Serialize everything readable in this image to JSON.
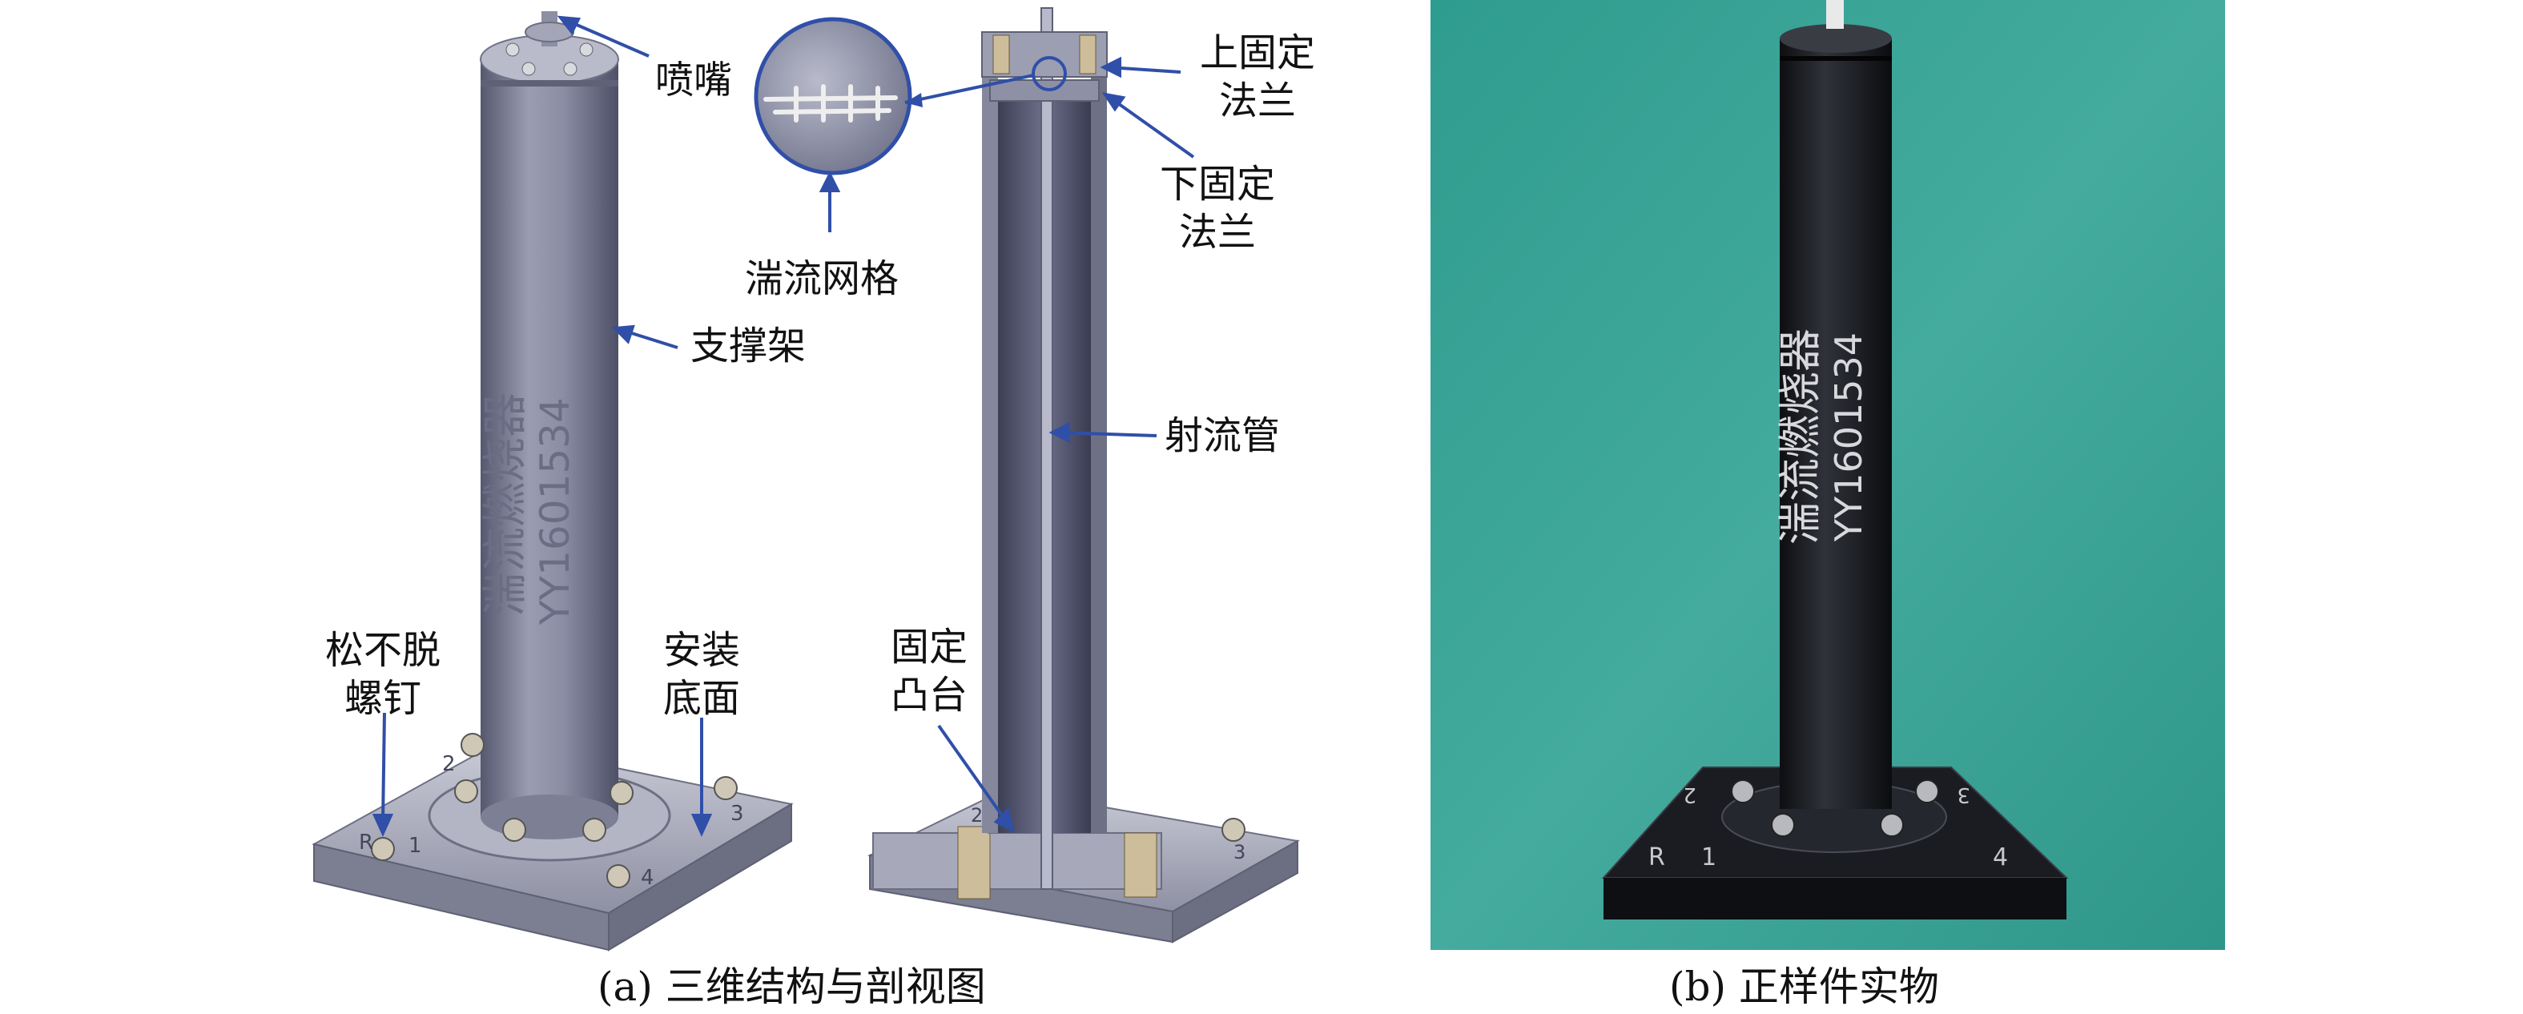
{
  "colors": {
    "leader": "#2f4fa8",
    "metal": "#8a8aa0",
    "background_photo": "#3fa89a",
    "black_part": "#16171b"
  },
  "panel_a": {
    "caption": "(a) 三维结构与剖视图",
    "labels": {
      "nozzle": "喷嘴",
      "swirl_grid": "湍流网格",
      "support_frame": "支撑架",
      "captive_screw_1": "松不脱",
      "captive_screw_2": "螺钉",
      "mount_base_1": "安装",
      "mount_base_2": "底面",
      "upper_flange_1": "上固定",
      "upper_flange_2": "法兰",
      "lower_flange_1": "下固定",
      "lower_flange_2": "法兰",
      "jet_tube": "射流管",
      "boss_1": "固定",
      "boss_2": "凸台"
    },
    "etched_name": "湍流燃烧器",
    "etched_code": "YY1601534",
    "base_marks": [
      "R",
      "1",
      "2",
      "3",
      "4"
    ]
  },
  "panel_b": {
    "caption": "(b) 正样件实物",
    "etched_name": "湍流燃烧器",
    "etched_code": "YY1601534",
    "base_marks": [
      "R",
      "1",
      "2",
      "3",
      "4"
    ]
  }
}
